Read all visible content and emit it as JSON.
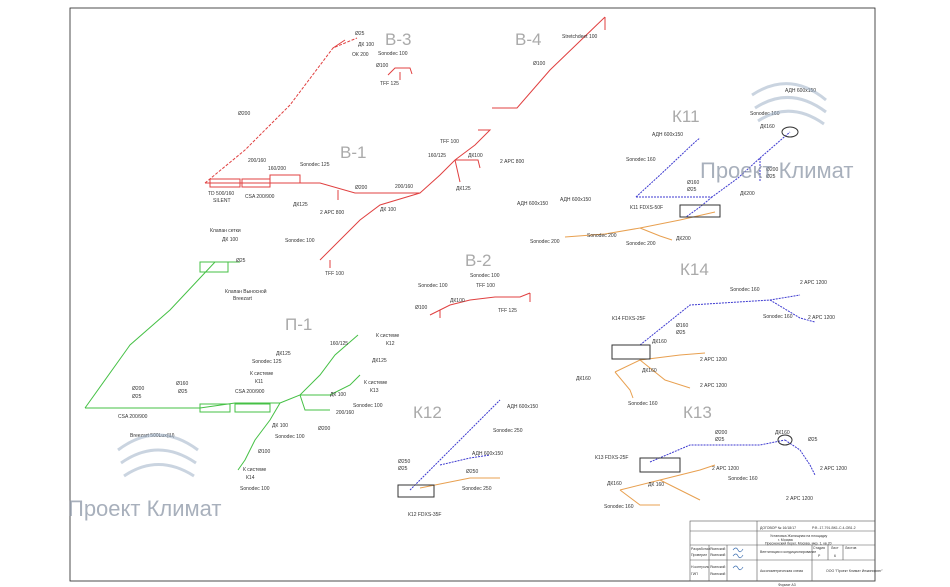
{
  "systems": [
    {
      "id": "v3",
      "label": "В-3"
    },
    {
      "id": "v4",
      "label": "В-4"
    },
    {
      "id": "v1",
      "label": "В-1"
    },
    {
      "id": "v2",
      "label": "В-2"
    },
    {
      "id": "p1",
      "label": "П-1"
    },
    {
      "id": "k11",
      "label": "К11"
    },
    {
      "id": "k14",
      "label": "К14"
    },
    {
      "id": "k12",
      "label": "К12"
    },
    {
      "id": "k13",
      "label": "К13"
    }
  ],
  "labels": {
    "v3": [
      "Ø25",
      "ДК 100",
      "ОК 200",
      "Sonodec 100",
      "Ø100",
      "TFF 125",
      "Ø200"
    ],
    "v4": [
      "Stretchdeet 100",
      "Ø100"
    ],
    "v1": [
      "200/160",
      "160/200",
      "Sonodec 125",
      "TD 500/160",
      "SILENT",
      "CSA 200/900",
      "Ø200",
      "200/160",
      "ДК125",
      "2 АРС 800",
      "ДК 100",
      "TFF 100",
      "160/125",
      "ДК100",
      "2 АРС 800",
      "ДК125",
      "Sonodec 100",
      "TFF 100"
    ],
    "v2": [
      "Sonodec 100",
      "Sonodec 100",
      "TFF 100",
      "ДК100",
      "Ø100",
      "TFF 125"
    ],
    "p1": [
      "Клапан сетки",
      "ДК 100",
      "Ø25",
      "Клапан Выносной",
      "Breezart",
      "160/125",
      "К системе",
      "К12",
      "ДК125",
      "Sonodec 125",
      "ДК125",
      "К системе",
      "К11",
      "К системе",
      "К13",
      "ДК 100",
      "Ø200",
      "Ø25",
      "Ø160",
      "Ø25",
      "CSA 200/900",
      "CSA 200/900",
      "Sonodec 100",
      "200/160",
      "ДК 100",
      "Sonodec 100",
      "Ø200",
      "Breezart 500Lux(Ш)",
      "Ø100",
      "К системе",
      "К14",
      "Sonodec 100"
    ],
    "k11": [
      "АДН 600х150",
      "Sonodec 160",
      "ДК160",
      "АДН 600х150",
      "Sonodec 160",
      "Ø160",
      "Ø25",
      "Ø200",
      "Ø25",
      "ДК200",
      "АДН 600х150",
      "АДН 600х150",
      "К11 FDXS-50F",
      "Sonodec 200",
      "Sonodec 200",
      "Sonodec 200",
      "ДК200"
    ],
    "k14": [
      "Sonodec 160",
      "2 АРС 1200",
      "Sonodec 160",
      "2 АРС 1200",
      "К14 FDXS-25F",
      "Ø160",
      "Ø25",
      "ДК160",
      "2 АРС 1200",
      "ДК160",
      "ДК160",
      "2 АРС 1200",
      "Sonodec 160"
    ],
    "k12": [
      "АДН 600х150",
      "Sonodec 250",
      "АДН 600х150",
      "Ø250",
      "Ø25",
      "Ø250",
      "Sonodec 250",
      "К12 FDXS-35F"
    ],
    "k13": [
      "Ø200",
      "Ø25",
      "ДК160",
      "Ø25",
      "К13 FDXS-25F",
      "2 АРС 1200",
      "ДК160",
      "ДК 160",
      "Sonodec 160",
      "2 АРС 1200",
      "2 АРС 1200",
      "Sonodec 160"
    ]
  },
  "watermarks": {
    "upper": "Проект Климат",
    "lower": "Проект Климат"
  },
  "title_block": {
    "doc_code": "ДОГОВОР № 16/18/17",
    "project": "Р.Ф.-17-791-ВК1-С.4-ОВ1.2",
    "object_line1": "Установка Жилищная на площадку",
    "object_line2": "г. Москва",
    "object_line3": "Пресненский берег, Москва, мкр, 1, кв.20",
    "sheet_name": "Вентиляция и кондиционирование",
    "drawing_name": "Аксонометрическая схема",
    "stage_header": "Стадия",
    "sheet_header": "Лист",
    "sheets_header": "Листов",
    "stage": "Р",
    "sheet": "6",
    "company": "ООО \"Проект Климат Инжиниринг\"",
    "roles": [
      "Разработал",
      "Проверил",
      "Н.контроль",
      "ГИП"
    ],
    "names": [
      "Ясинский",
      "Ясинский",
      "Ясинский",
      "Ясинский"
    ],
    "format": "Формат А3"
  }
}
